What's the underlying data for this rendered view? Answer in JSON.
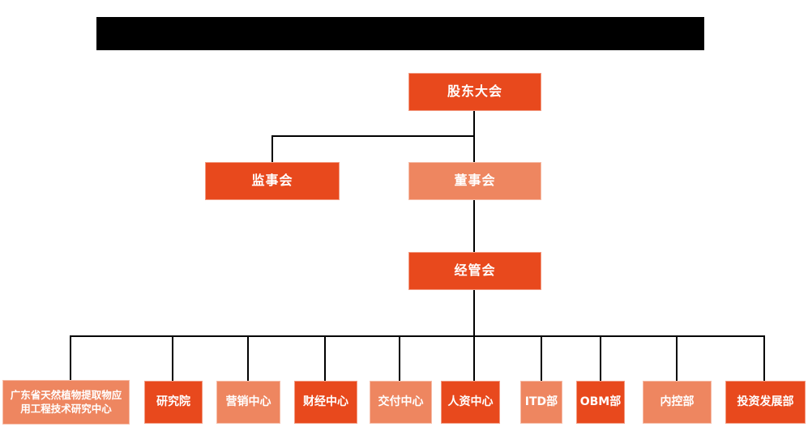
{
  "colors": {
    "primary_orange": "#E8491D",
    "secondary_orange": "#EE8660",
    "connector_black": "#000000",
    "title_bar_black": "#000000",
    "text_white": "#FFFFFF"
  },
  "title_bar": {
    "text": ""
  },
  "org_chart": {
    "level1": {
      "label": "股东大会",
      "variant": "primary"
    },
    "level2": [
      {
        "label": "监事会",
        "variant": "primary",
        "parent": "股东大会"
      },
      {
        "label": "董事会",
        "variant": "secondary",
        "parent": "股东大会"
      }
    ],
    "level3": [
      {
        "label": "经管会",
        "variant": "primary",
        "parent": "董事会"
      }
    ],
    "level4": [
      {
        "label": "广东省天然植物提取物应用工程技术研究中心",
        "variant": "secondary",
        "parent": "经管会"
      },
      {
        "label": "研究院",
        "variant": "primary",
        "parent": "经管会"
      },
      {
        "label": "营销中心",
        "variant": "secondary",
        "parent": "经管会"
      },
      {
        "label": "财经中心",
        "variant": "primary",
        "parent": "经管会"
      },
      {
        "label": "交付中心",
        "variant": "secondary",
        "parent": "经管会"
      },
      {
        "label": "人资中心",
        "variant": "primary",
        "parent": "经管会"
      },
      {
        "label": "ITD部",
        "variant": "secondary",
        "parent": "经管会"
      },
      {
        "label": "OBM部",
        "variant": "primary",
        "parent": "经管会"
      },
      {
        "label": "内控部",
        "variant": "secondary",
        "parent": "经管会"
      },
      {
        "label": "投资发展部",
        "variant": "primary",
        "parent": "经管会"
      }
    ]
  }
}
